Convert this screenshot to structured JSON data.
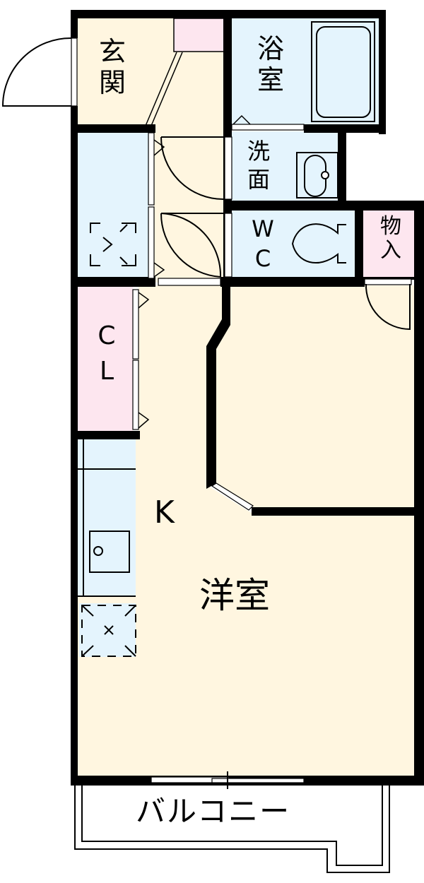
{
  "colors": {
    "wall": "#000000",
    "floor_wood": "#fff6e0",
    "wet_area": "#e4f4fd",
    "storage": "#fde6ef",
    "background": "#ffffff"
  },
  "rooms": {
    "entrance": {
      "line1": "玄",
      "line2": "関"
    },
    "bathroom": {
      "line1": "浴",
      "line2": "室"
    },
    "washroom": {
      "line1": "洗",
      "line2": "面"
    },
    "toilet": {
      "line1": "W",
      "line2": "C"
    },
    "storage": {
      "line1": "物",
      "line2": "入"
    },
    "closet": {
      "line1": "C",
      "line2": "L"
    },
    "kitchen": {
      "label": "K"
    },
    "western_room": {
      "label": "洋室"
    },
    "balcony": {
      "label": "バルコニー"
    }
  },
  "icons": {
    "laundry_space": "washing-machine-space",
    "refrigerator_space": "refrigerator-space",
    "sink": "kitchen-sink",
    "bathtub": "bathtub",
    "washbasin": "washbasin",
    "toilet": "toilet"
  }
}
